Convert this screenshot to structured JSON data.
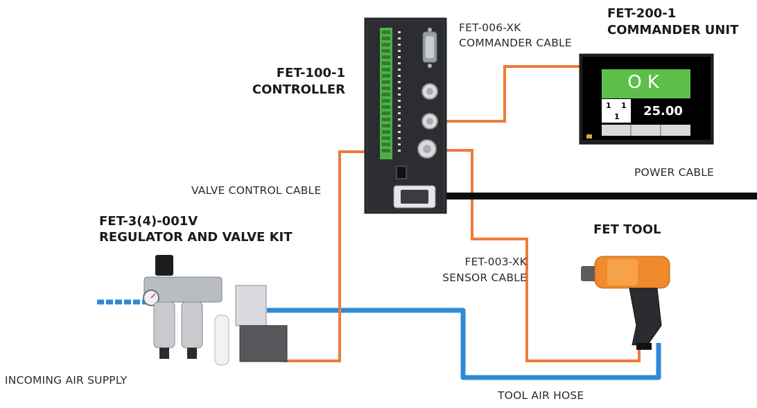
{
  "labels": {
    "commander_unit": [
      "FET-200-1",
      "COMMANDER UNIT"
    ],
    "commander_cable": [
      "FET-006-XK",
      "COMMANDER CABLE"
    ],
    "controller": [
      "FET-100-1",
      "CONTROLLER"
    ],
    "power_cable": "POWER CABLE",
    "valve_control_cable": "VALVE CONTROL CABLE",
    "regulator_kit": [
      "FET-3(4)-001V",
      "REGULATOR AND VALVE KIT"
    ],
    "fet_tool": "FET TOOL",
    "sensor_cable": [
      "FET-003-XK",
      "SENSOR CABLE"
    ],
    "incoming_air": "INCOMING AIR SUPPLY",
    "tool_air_hose": "TOOL AIR HOSE"
  },
  "commander_screen": {
    "status": "OK",
    "value": "25.00",
    "small_a": "1",
    "small_b": "1",
    "small_c": "1"
  },
  "colors": {
    "cable": "#ee7a3a",
    "air_hose": "#2e8ad6",
    "power": "#0d0d0d",
    "controller_body": "#2b2d30",
    "ok_green": "#5cbf4a",
    "tool_orange": "#f08a2a"
  }
}
